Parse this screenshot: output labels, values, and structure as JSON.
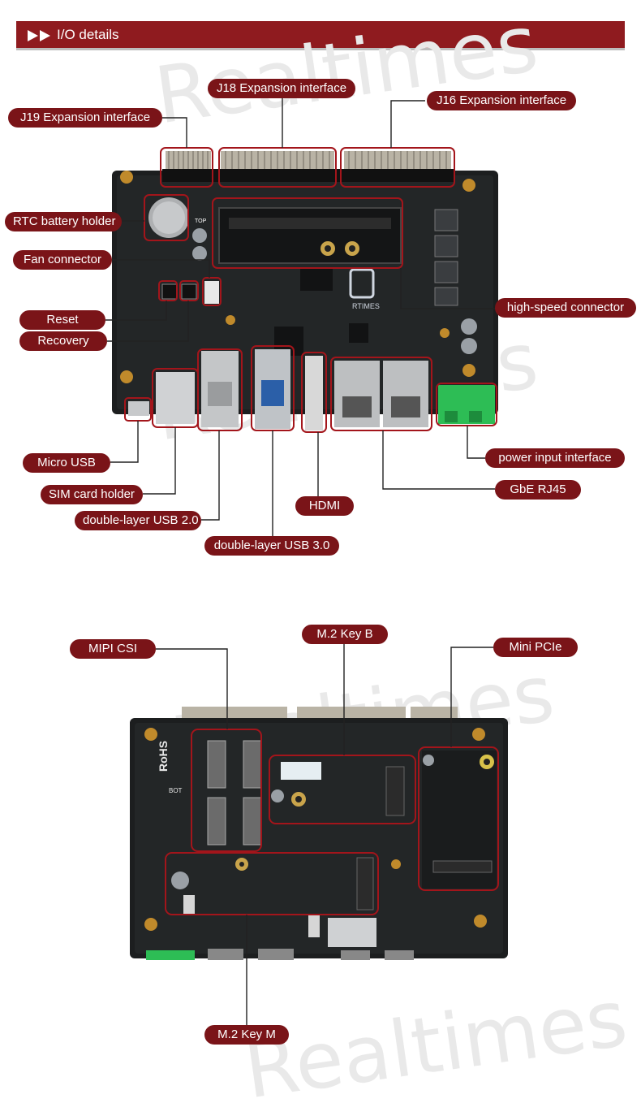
{
  "header": {
    "title": "I/O details",
    "watermark": "Realtimes"
  },
  "top_labels": {
    "j18": "J18 Expansion interface",
    "j16": "J16 Expansion interface",
    "j19": "J19 Expansion interface",
    "rtc": "RTC battery holder",
    "fan": "Fan connector",
    "reset": "Reset",
    "recovery": "Recovery",
    "high_speed": "high-speed connector",
    "micro_usb": "Micro USB",
    "sim": "SIM card holder",
    "usb2": "double-layer USB 2.0",
    "usb3": "double-layer USB 3.0",
    "hdmi": "HDMI",
    "gbe": "GbE RJ45",
    "power": "power input interface"
  },
  "bottom_labels": {
    "mipi": "MIPI CSI",
    "m2b": "M.2  Key B",
    "minipcie": "Mini PCIe",
    "m2m": "M.2 Key M"
  },
  "board_marks": {
    "brand": "RTIMES",
    "rohs": "RoHS",
    "bot": "BOT",
    "top": "TOP"
  },
  "colors": {
    "accent": "#8f1b1f",
    "label_bg": "#7a1418",
    "board": "#1c1e1f",
    "callout": "#a3151b",
    "terminal": "#2dbd55"
  }
}
